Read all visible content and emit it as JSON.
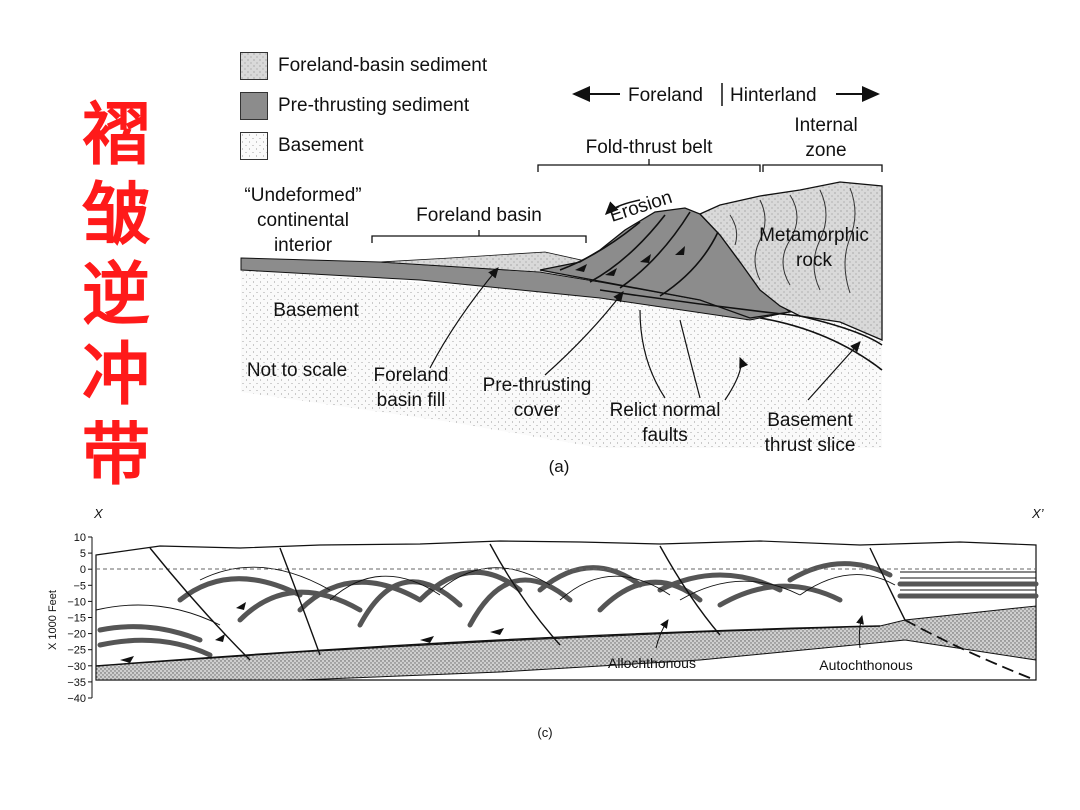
{
  "title_chars": [
    "褶",
    "皱",
    "逆",
    "冲",
    "带"
  ],
  "legend": [
    {
      "label": "Foreland-basin sediment",
      "pattern": "stipple-light"
    },
    {
      "label": "Pre-thrusting sediment",
      "pattern": "gray-fill"
    },
    {
      "label": "Basement",
      "pattern": "stipple-fine"
    }
  ],
  "diagram_a": {
    "direction": {
      "left": "Foreland",
      "right": "Hinterland"
    },
    "zones": {
      "fold_thrust_belt": "Fold-thrust belt",
      "internal_zone_line1": "Internal",
      "internal_zone_line2": "zone"
    },
    "interior": {
      "line1": "“Undeformed”",
      "line2": "continental",
      "line3": "interior"
    },
    "foreland_basin": "Foreland basin",
    "erosion": "Erosion",
    "metamorphic": {
      "line1": "Metamorphic",
      "line2": "rock"
    },
    "basement": "Basement",
    "scale_note": "Not to scale",
    "callouts": {
      "foreland_fill": {
        "line1": "Foreland",
        "line2": "basin fill"
      },
      "pre_thrusting": {
        "line1": "Pre-thrusting",
        "line2": "cover"
      },
      "relict": {
        "line1": "Relict normal",
        "line2": "faults"
      },
      "basement_slice": {
        "line1": "Basement",
        "line2": "thrust slice"
      }
    },
    "caption": "(a)"
  },
  "diagram_c": {
    "section_left": "X",
    "section_right": "X’",
    "y_axis_label": "X 1000 Feet",
    "y_ticks": [
      "10",
      "5",
      "0",
      "−5",
      "−10",
      "−15",
      "−20",
      "−25",
      "−30",
      "−35",
      "−40"
    ],
    "labels": {
      "allochthonous": "Allochthonous",
      "autochthonous": "Autochthonous"
    },
    "caption": "(c)"
  },
  "colors": {
    "title": "#ff1a1a",
    "gray_unit": "#8c8c8c",
    "light_unit": "#dcdcdc",
    "line": "#111111"
  }
}
